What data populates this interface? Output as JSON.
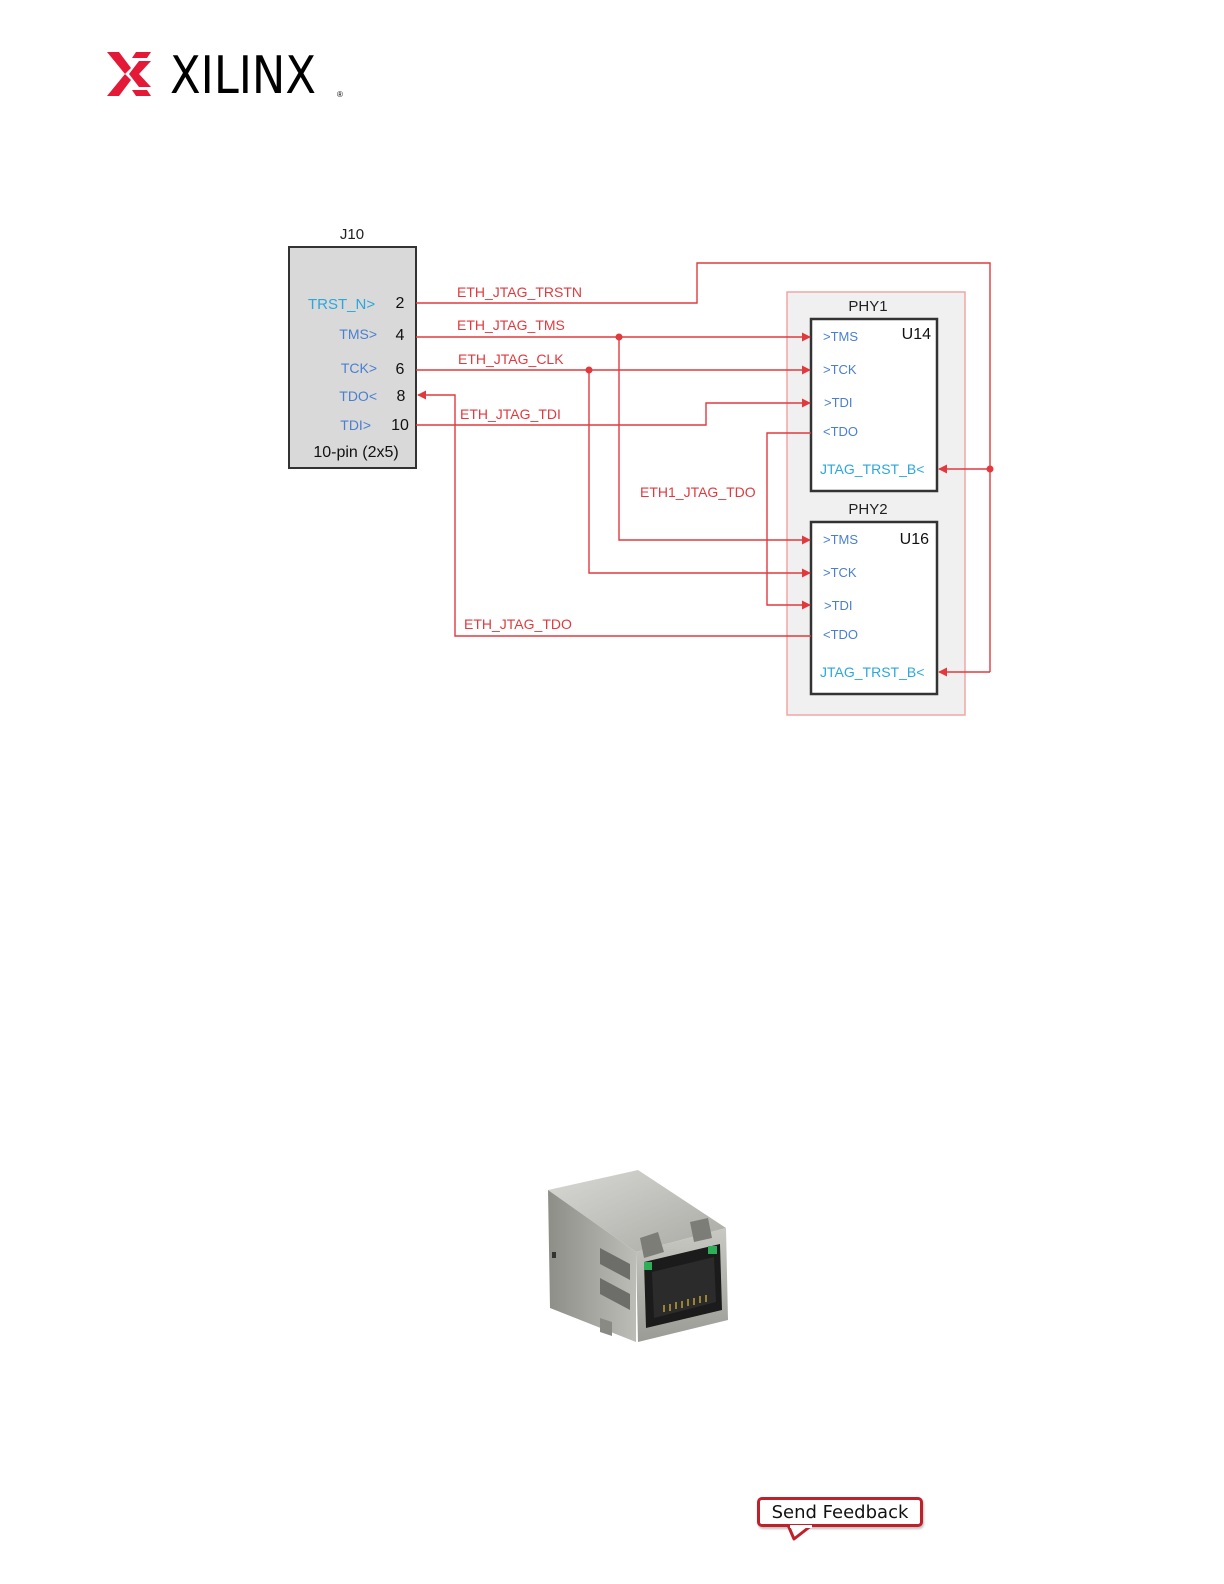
{
  "header": {
    "logo_text": "XILINX",
    "logo_mark": "®"
  },
  "figure": {
    "connector": {
      "ref": "J10",
      "caption": "10-pin (2x5)",
      "pins": [
        {
          "label": "TRST_N>",
          "num": "2",
          "color": "#2aa7dd"
        },
        {
          "label": "TMS>",
          "num": "4",
          "color": "#4a7fd0"
        },
        {
          "label": "TCK>",
          "num": "6",
          "color": "#4a7fd0"
        },
        {
          "label": "TDO<",
          "num": "8",
          "color": "#4a7fd0"
        },
        {
          "label": "TDI>",
          "num": "10",
          "color": "#4a7fd0"
        }
      ]
    },
    "nets": {
      "trstn": "ETH_JTAG_TRSTN",
      "tms": "ETH_JTAG_TMS",
      "clk": "ETH_JTAG_CLK",
      "tdi": "ETH_JTAG_TDI",
      "tdo_chain": "ETH1_JTAG_TDO",
      "tdo": "ETH_JTAG_TDO"
    },
    "phy1": {
      "title": "PHY1",
      "ref": "U14",
      "pins": [
        ">TMS",
        ">TCK",
        ">TDI",
        "<TDO"
      ],
      "reset": "JTAG_TRST_B<"
    },
    "phy2": {
      "title": "PHY2",
      "ref": "U16",
      "pins": [
        ">TMS",
        ">TCK",
        ">TDI",
        "<TDO"
      ],
      "reset": "JTAG_TRST_B<"
    },
    "colors": {
      "wire": "#e03a3e",
      "pin_text": "#4a7fd0",
      "reset_text": "#2aa7dd"
    }
  },
  "footer": {
    "feedback_label": "Send Feedback"
  }
}
